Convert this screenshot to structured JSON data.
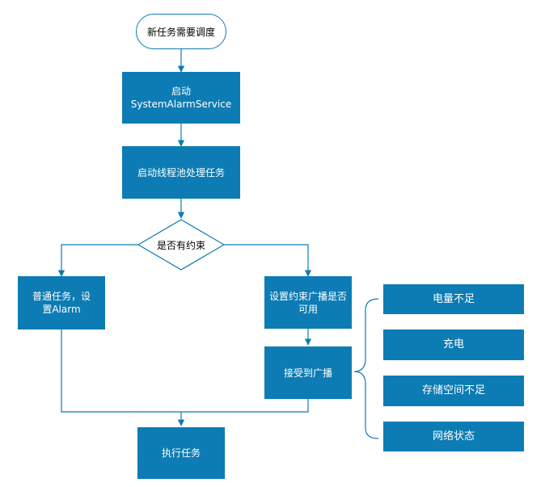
{
  "nodes": {
    "start": "新任务需要调度",
    "start_service": "启动SystemAlarmService",
    "thread_pool": "启动线程池处理任务",
    "decision": "是否有约束",
    "normal_task": "普通任务，设置Alarm",
    "constraint_broadcast": "设置约束广播是否可用",
    "receive_broadcast": "接受到广播",
    "execute": "执行任务"
  },
  "constraints": [
    "电量不足",
    "充电",
    "存储空间不足",
    "网络状态"
  ],
  "colors": {
    "box_fill": "#0d7cb4",
    "line": "#0d7cb4",
    "text_on_box": "#ffffff"
  }
}
